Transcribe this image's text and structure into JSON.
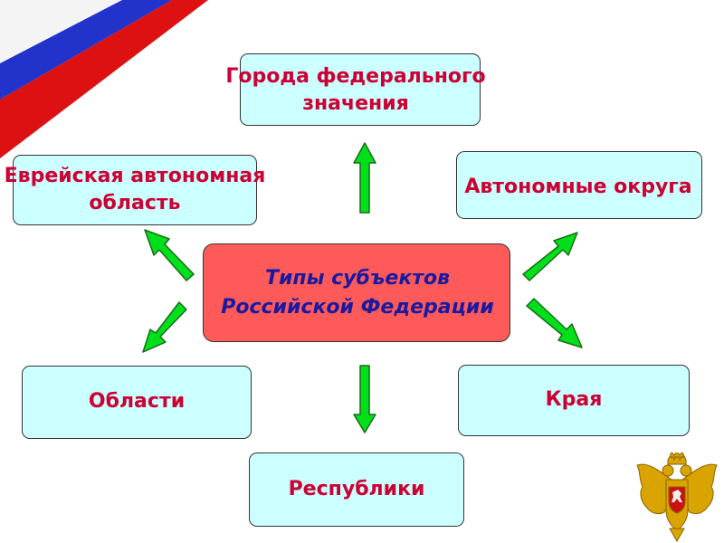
{
  "diagram": {
    "center": {
      "line1": "Типы субъектов",
      "line2": "Российской Федерации"
    },
    "nodes": {
      "cities": {
        "line1": "Города федерального",
        "line2": "значения"
      },
      "autonomous_oblast": {
        "line1": "Еврейская автономная",
        "line2": "область"
      },
      "autonomous_okrugs": {
        "label": "Автономные округа"
      },
      "oblasts": {
        "label": "Области"
      },
      "krais": {
        "label": "Края"
      },
      "republics": {
        "label": "Республики"
      }
    }
  },
  "colors": {
    "flag_white": "#ffffff",
    "flag_blue": "#2233cc",
    "flag_red": "#dd1111",
    "box_fill": "#ccffff",
    "center_fill": "#ff5a5a",
    "label_text": "#cc0033",
    "center_text": "#1a1aa0",
    "arrow_fill": "#00e01a"
  },
  "icons": [
    "russian-flag-decoration",
    "coat-of-arms-emblem",
    "up-arrow-icon",
    "down-arrow-icon",
    "diagonal-arrow-icon"
  ]
}
